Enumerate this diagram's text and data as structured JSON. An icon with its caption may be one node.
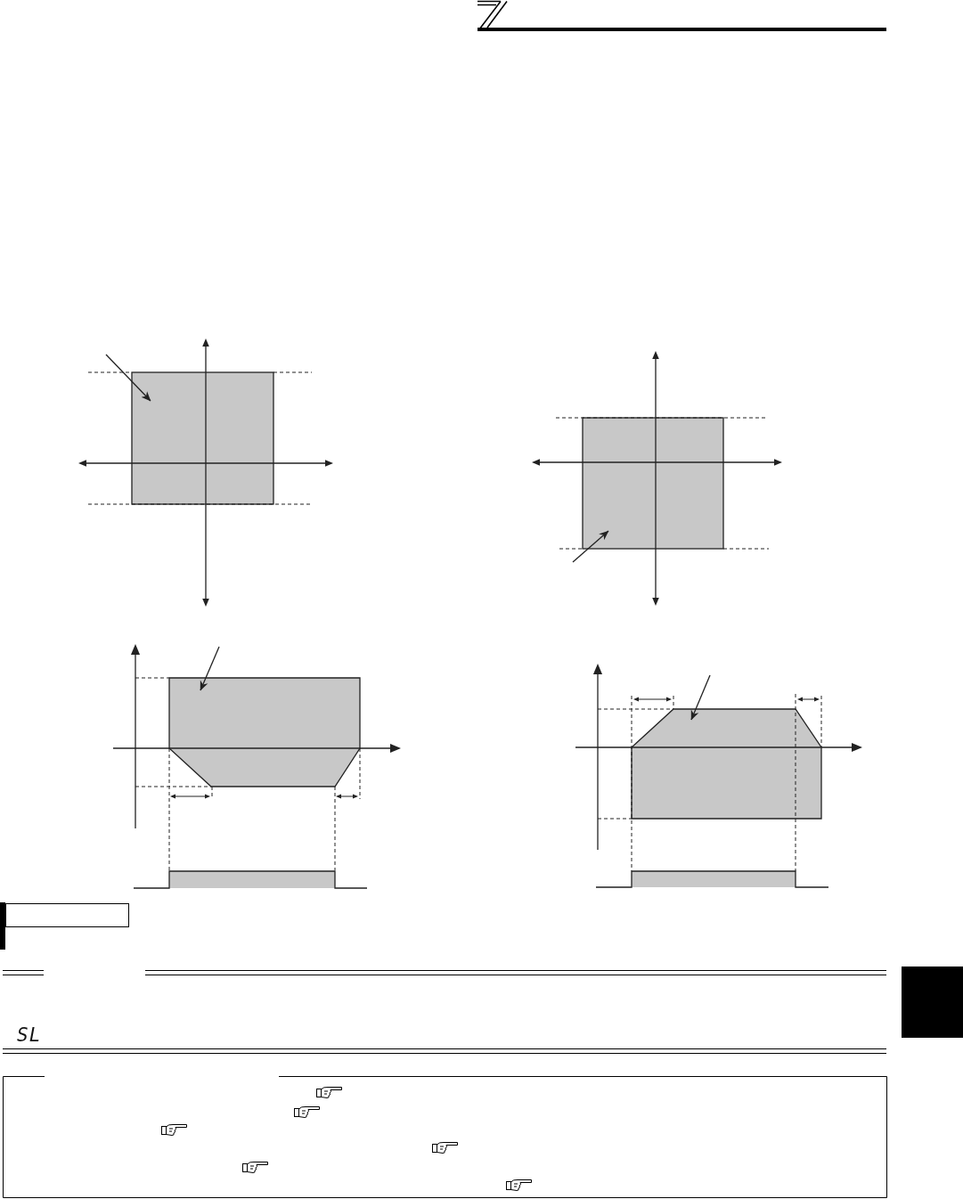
{
  "diagram": {
    "nodes": [
      {
        "text": [],
        "shape": "box"
      },
      {
        "text": [],
        "shape": "box"
      },
      {
        "text": [],
        "shape": "polygon"
      },
      {
        "text": [],
        "shape": "polygon"
      },
      {
        "text": [],
        "shape": "box"
      }
    ],
    "edges": [
      {
        "from": null,
        "to": 0,
        "arrow": "to"
      },
      {
        "from": null,
        "to": 1,
        "arrow": "to"
      },
      {
        "from": null,
        "to": 2,
        "arrow": "to"
      },
      {
        "from": null,
        "to": 3,
        "arrow": "to"
      }
    ],
    "labels": [
      "SL"
    ]
  }
}
